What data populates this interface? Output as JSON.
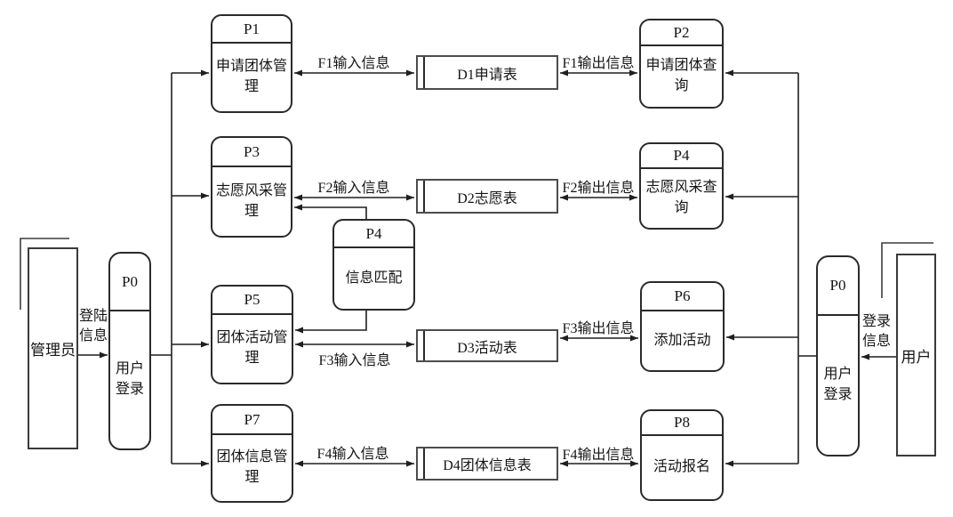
{
  "diagram": {
    "style": {
      "line_color": "#1f1f1f",
      "background": "#ffffff"
    },
    "entities": {
      "admin": {
        "label": "管理员"
      },
      "user": {
        "label": "用户"
      }
    },
    "processes": {
      "p0_left": {
        "id": "P0",
        "name": "用户登录"
      },
      "p0_right": {
        "id": "P0",
        "name": "用户登录"
      },
      "p1": {
        "id": "P1",
        "name": "申请团体管理"
      },
      "p2": {
        "id": "P2",
        "name": "申请团体查询"
      },
      "p3": {
        "id": "P3",
        "name": "志愿风采管理"
      },
      "p4_query": {
        "id": "P4",
        "name": "志愿风采查询"
      },
      "p4_match": {
        "id": "P4",
        "name": "信息匹配"
      },
      "p5": {
        "id": "P5",
        "name": "团体活动管理"
      },
      "p6": {
        "id": "P6",
        "name": "添加活动"
      },
      "p7": {
        "id": "P7",
        "name": "团体信息管理"
      },
      "p8": {
        "id": "P8",
        "name": "活动报名"
      }
    },
    "stores": {
      "d1": {
        "label": "D1申请表"
      },
      "d2": {
        "label": "D2志愿表"
      },
      "d3": {
        "label": "D3活动表"
      },
      "d4": {
        "label": "D4团体信息表"
      }
    },
    "flows": {
      "f1_in": "F1输入信息",
      "f1_out": "F1输出信息",
      "f2_in": "F2输入信息",
      "f2_out": "F2输出信息",
      "f3_in": "F3输入信息",
      "f3_out": "F3输出信息",
      "f4_in": "F4输入信息",
      "f4_out": "F4输出信息",
      "login_left": "登陆信息",
      "login_right": "登录信息"
    }
  }
}
